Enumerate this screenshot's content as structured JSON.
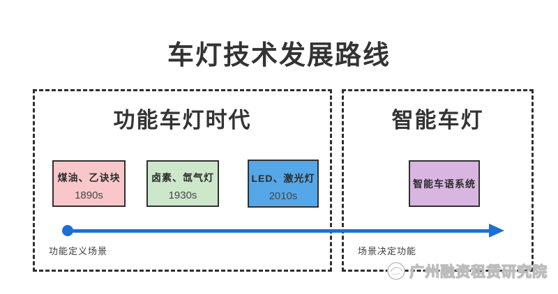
{
  "title": "车灯技术发展路线",
  "eras": [
    {
      "heading": "功能车灯时代",
      "footer_label": "功能定义场景",
      "items": [
        {
          "label": "煤油、乙诀块",
          "year": "1890s",
          "color": "#f9c7ca"
        },
        {
          "label": "卤素、氙气灯",
          "year": "1930s",
          "color": "#cde7cb"
        },
        {
          "label": "LED、激光灯",
          "year": "2010s",
          "color": "#56a7e8"
        }
      ]
    },
    {
      "heading": "智能车灯",
      "footer_label": "场景决定功能",
      "items": [
        {
          "label": "智能车语系统",
          "color": "#d9b6e1"
        }
      ]
    }
  ],
  "timeline": {
    "arrow_color": "#1d6fd8"
  },
  "watermark": {
    "text": "广州融资租赁研究院"
  },
  "colors": {
    "title_text": "#333333",
    "dashed_border": "#2e2e2e",
    "box_border": "#2f2f2f"
  }
}
